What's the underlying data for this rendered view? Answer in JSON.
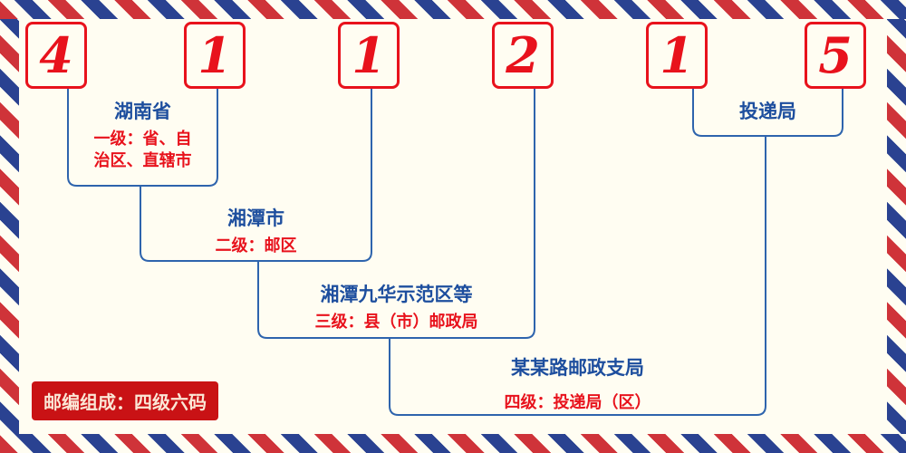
{
  "digits": [
    "4",
    "1",
    "1",
    "2",
    "1",
    "5"
  ],
  "levels": [
    {
      "name": "湖南省",
      "desc": "一级：省、自\n治区、直辖市"
    },
    {
      "name": "湘潭市",
      "desc": "二级：邮区"
    },
    {
      "name": "湘潭九华示范区等",
      "desc": "三级：县（市）邮政局"
    },
    {
      "name": "某某路邮政支局",
      "desc": "四级：投递局（区）"
    },
    {
      "name": "投递局",
      "desc": ""
    }
  ],
  "badge": {
    "text": "邮编组成：四级六码"
  },
  "colors": {
    "digit_red": "#e8121c",
    "line_blue": "#2e64ad",
    "label_blue": "#1d4e9e",
    "desc_red": "#e8121c",
    "badge_bg": "#c91215",
    "badge_text": "#fbe7d6",
    "border_red": "#cf3339",
    "border_blue": "#2a4291",
    "background": "#fffdf2"
  }
}
